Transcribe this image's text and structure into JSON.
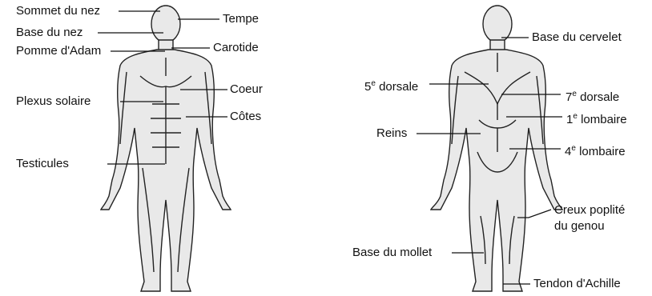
{
  "front": {
    "labels": {
      "sommet_du_nez": "Sommet du nez",
      "base_du_nez": "Base du nez",
      "pomme_adam": "Pomme d'Adam",
      "plexus_solaire": "Plexus solaire",
      "testicules": "Testicules",
      "tempe": "Tempe",
      "carotide": "Carotide",
      "coeur": "Coeur",
      "cotes": "Côtes"
    }
  },
  "back": {
    "labels": {
      "base_du_cervelet": "Base du cervelet",
      "dorsale5_num": "5",
      "dorsale5_sup": "e",
      "dorsale5_word": "dorsale",
      "dorsale7_num": "7",
      "dorsale7_sup": "e",
      "dorsale7_word": "dorsale",
      "lombaire1_num": "1",
      "lombaire1_sup": "e",
      "lombaire1_word": "lombaire",
      "reins": "Reins",
      "lombaire4_num": "4",
      "lombaire4_sup": "e",
      "lombaire4_word": "lombaire",
      "creux_poplite_line1": "Creux poplité",
      "creux_poplite_line2": "du genou",
      "base_du_mollet": "Base du mollet",
      "tendon_achille": "Tendon d'Achille"
    }
  }
}
